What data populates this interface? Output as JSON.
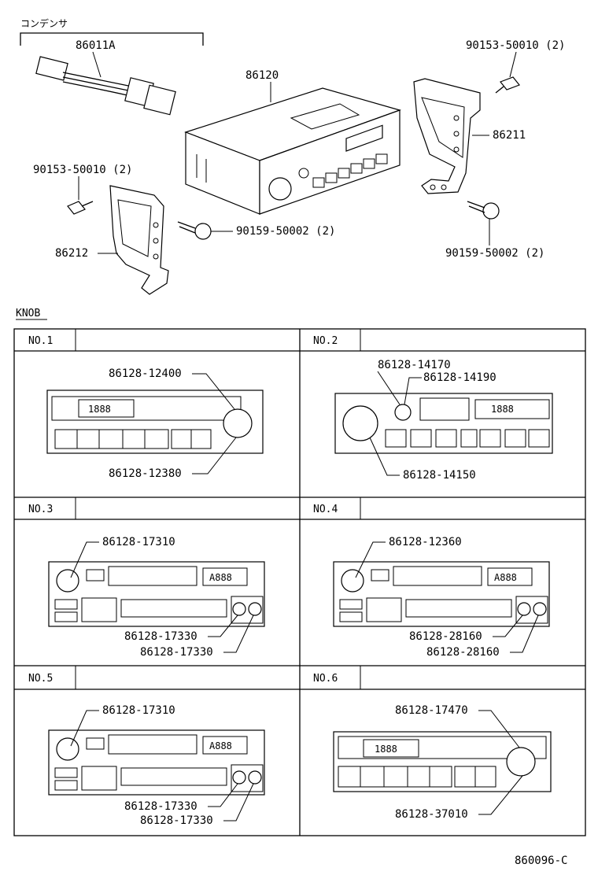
{
  "top": {
    "condenser_caption": "コンデンサ",
    "part_86011A": "86011A",
    "part_86120": "86120",
    "bolt_upper_right": "90153-50010 (2)",
    "bracket_right": "86211",
    "bolt_upper_left": "90153-50010 (2)",
    "screw_center": "90159-50002 (2)",
    "bracket_left": "86212",
    "screw_right": "90159-50002 (2)"
  },
  "knob_section_title": "KNOB",
  "panels": [
    {
      "id": "NO.1",
      "labels": [
        "86128-12400",
        "86128-12380"
      ],
      "display": "1888"
    },
    {
      "id": "NO.2",
      "labels": [
        "86128-14170",
        "86128-14190",
        "86128-14150"
      ],
      "display": "1888"
    },
    {
      "id": "NO.3",
      "labels": [
        "86128-17310",
        "86128-17330",
        "86128-17330"
      ],
      "display": "A888"
    },
    {
      "id": "NO.4",
      "labels": [
        "86128-12360",
        "86128-28160",
        "86128-28160"
      ],
      "display": "A888"
    },
    {
      "id": "NO.5",
      "labels": [
        "86128-17310",
        "86128-17330",
        "86128-17330"
      ],
      "display": "A888"
    },
    {
      "id": "NO.6",
      "labels": [
        "86128-17470",
        "86128-37010"
      ],
      "display": "1888"
    }
  ],
  "diagram_code": "860096-C"
}
